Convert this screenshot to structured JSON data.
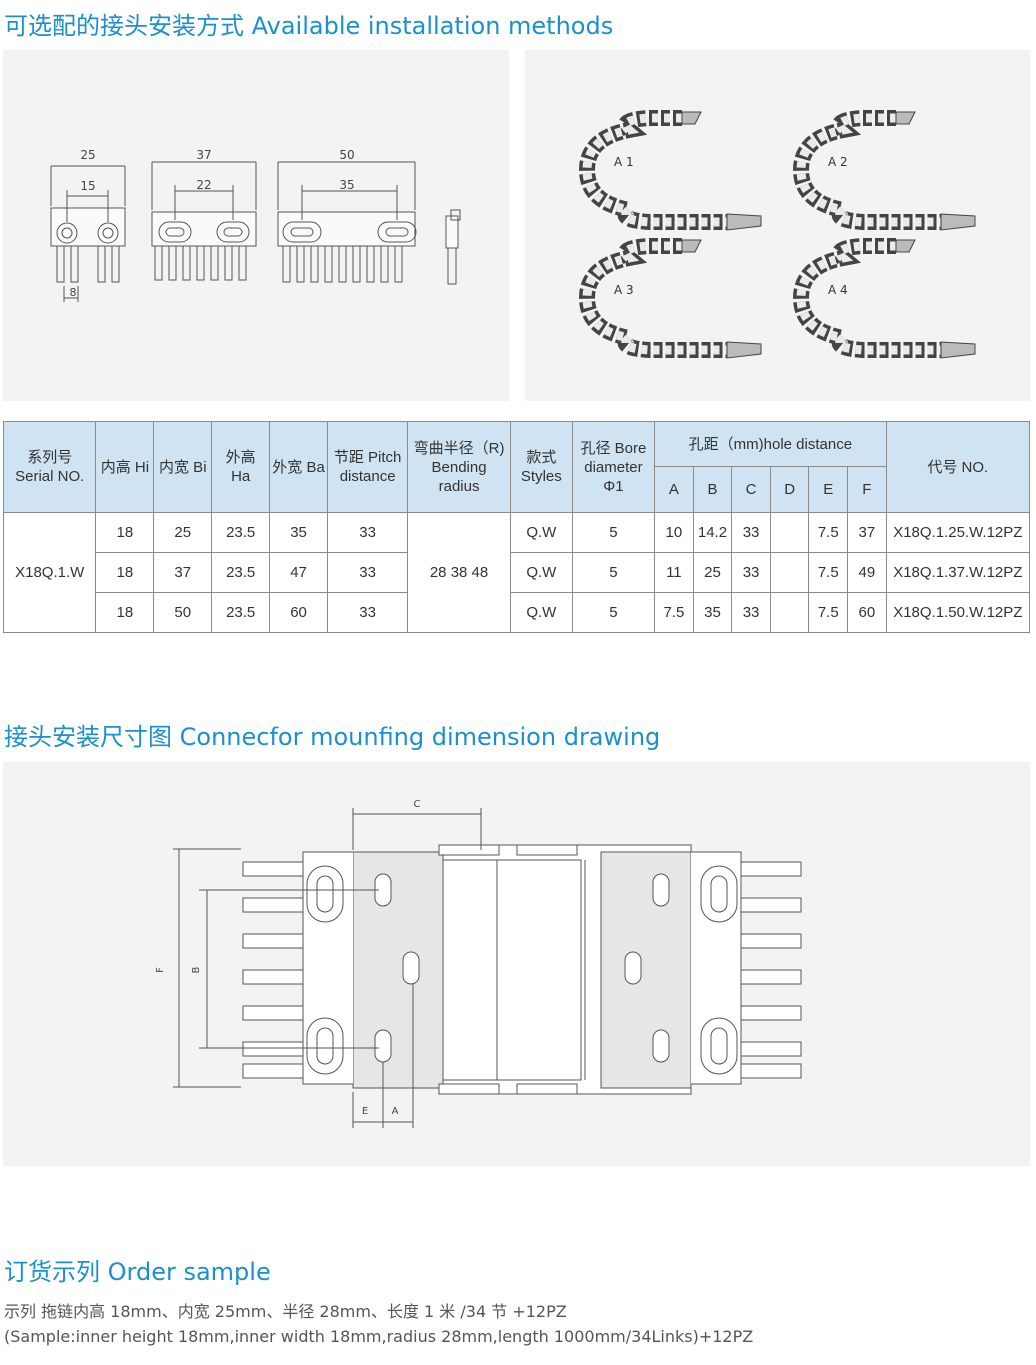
{
  "section1": {
    "title": "可选配的接头安装方式 Available installation methods"
  },
  "diagram1": {
    "dims": {
      "d25": "25",
      "d15": "15",
      "d8": "8",
      "d37": "37",
      "d22": "22",
      "d50": "50",
      "d35": "35"
    }
  },
  "diagram2": {
    "labels": [
      "A 1",
      "A 2",
      "A 3",
      "A 4"
    ]
  },
  "table": {
    "headers": {
      "serial": "系列号 Serial NO.",
      "hi": "内高 Hi",
      "bi": "内宽 Bi",
      "ha": "外高 Ha",
      "ba": "外宽 Ba",
      "pitch": "节距 Pitch distance",
      "bending": "弯曲半径（R) Bending radius",
      "styles": "款式 Styles",
      "bore": "孔径 Bore diameter Φ1",
      "hole": "孔距（mm)hole distance",
      "code": "代号 NO.",
      "sub": [
        "A",
        "B",
        "C",
        "D",
        "E",
        "F"
      ]
    },
    "serial": "X18Q.1.W",
    "bending": "28 38 48",
    "rows": [
      {
        "hi": "18",
        "bi": "25",
        "ha": "23.5",
        "ba": "35",
        "pitch": "33",
        "style": "Q.W",
        "bore": "5",
        "a": "10",
        "b": "14.2",
        "c": "33",
        "d": "",
        "e": "7.5",
        "f": "37",
        "code": "X18Q.1.25.W.12PZ"
      },
      {
        "hi": "18",
        "bi": "37",
        "ha": "23.5",
        "ba": "47",
        "pitch": "33",
        "style": "Q.W",
        "bore": "5",
        "a": "11",
        "b": "25",
        "c": "33",
        "d": "",
        "e": "7.5",
        "f": "49",
        "code": "X18Q.1.37.W.12PZ"
      },
      {
        "hi": "18",
        "bi": "50",
        "ha": "23.5",
        "ba": "60",
        "pitch": "33",
        "style": "Q.W",
        "bore": "5",
        "a": "7.5",
        "b": "35",
        "c": "33",
        "d": "",
        "e": "7.5",
        "f": "60",
        "code": "X18Q.1.50.W.12PZ"
      }
    ]
  },
  "section2": {
    "title": "接头安装尺寸图 Connecfor mounfing dimension drawing"
  },
  "diagram3": {
    "labels": {
      "c": "C",
      "f": "F",
      "b": "B",
      "e": "E",
      "a": "A"
    }
  },
  "section3": {
    "title": "订货示列 Order sample",
    "line1": "示列 拖链内高 18mm、内宽 25mm、半径 28mm、长度 1 米 /34 节 +12PZ",
    "line2": "(Sample:inner height 18mm,inner width 18mm,radius 28mm,length 1000mm/34Links)+12PZ"
  }
}
